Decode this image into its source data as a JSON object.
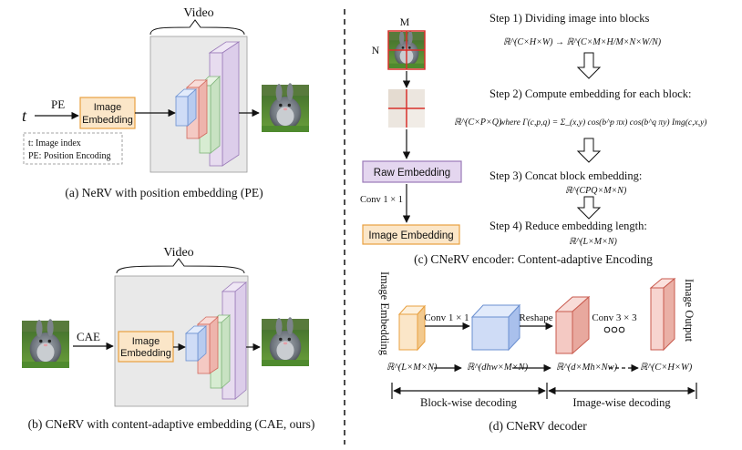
{
  "colors": {
    "embed_fill": "#fbe6c8",
    "embed_stroke": "#e8a040",
    "raw_fill": "#e4d6ef",
    "raw_stroke": "#9a7ab8",
    "video_bg": "#e9e9e9",
    "blue": "#cfdcf6",
    "red": "#f4c9c3",
    "green": "#d7ecd2",
    "purple": "#e7dcef"
  },
  "panel_a": {
    "video_label": "Video",
    "input_symbol": "t",
    "arrow_label": "PE",
    "embed_line1": "Image",
    "embed_line2": "Embedding",
    "legend_line1": "t: Image index",
    "legend_line2": "PE: Position Encoding",
    "caption": "(a) NeRV with  position embedding (PE)",
    "output_image_icon": "bunny-frame-image"
  },
  "panel_b": {
    "video_label": "Video",
    "arrow_label": "CAE",
    "embed_line1": "Image",
    "embed_line2": "Embedding",
    "caption": "(b) CNeRV with content-adaptive embedding (CAE, ours)",
    "input_image_icon": "bunny-frame-image",
    "output_image_icon": "bunny-frame-image"
  },
  "panel_c": {
    "label_m": "M",
    "label_n": "N",
    "raw_embedding": "Raw Embedding",
    "conv_label": "Conv 1 × 1",
    "image_embedding": "Image Embedding",
    "step1": "Step 1)  Dividing image into blocks",
    "eq1": "ℝ^(C×H×W) → ℝ^(C×M×H/M×N×W/N)",
    "step2": "Step 2)  Compute embedding for each block:",
    "eq2_left": "ℝ^(C×P×Q)",
    "eq2_right": "where Γ(c,p,q) = Σ_(x,y) cos(b^p πx) cos(b^q πy) Img(c,x,y)",
    "step3": "Step 3)  Concat block embedding:",
    "eq3": "ℝ^(CPQ×M×N)",
    "step4": "Step 4)  Reduce embedding length:",
    "eq4": "ℝ^(L×M×N)",
    "caption": "(c) CNeRV encoder: Content-adaptive Encoding"
  },
  "panel_d": {
    "image_embedding_vertical": "Image Embedding",
    "image_output_vertical": "Image Output",
    "conv1": "Conv 1 × 1",
    "reshape": "Reshape",
    "conv3": "Conv 3 × 3",
    "dim1": "ℝ^(L×M×N)",
    "dim2": "ℝ^(dhw×M×N)",
    "dim3": "ℝ^(d×Mh×Nw)",
    "dim4": "ℝ^(C×H×W)",
    "blockwise": "Block-wise decoding",
    "imagewise": "Image-wise decoding",
    "caption": "(d) CNeRV decoder"
  }
}
